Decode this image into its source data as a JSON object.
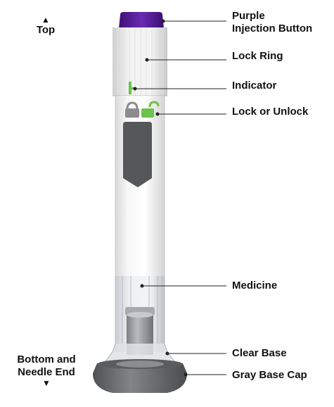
{
  "labels": {
    "top": "Top",
    "purple_button_line1": "Purple",
    "purple_button_line2": "Injection Button",
    "lock_ring": "Lock Ring",
    "indicator": "Indicator",
    "lock_or_unlock": "Lock or Unlock",
    "medicine": "Medicine",
    "clear_base": "Clear Base",
    "gray_base_cap": "Gray Base Cap",
    "bottom_line1": "Bottom and",
    "bottom_line2": "Needle End"
  },
  "arrows": {
    "up": "▲",
    "down": "▼"
  },
  "icons": [
    "lock-icon",
    "unlock-icon"
  ],
  "colors": {
    "injection_button": "#5a1e99",
    "indicator_mark": "#6cc24a",
    "unlock_icon": "#6cc24a",
    "lock_icon": "#8c8c8c",
    "window": "#55575a",
    "base_cap": "#6e6e6e"
  }
}
